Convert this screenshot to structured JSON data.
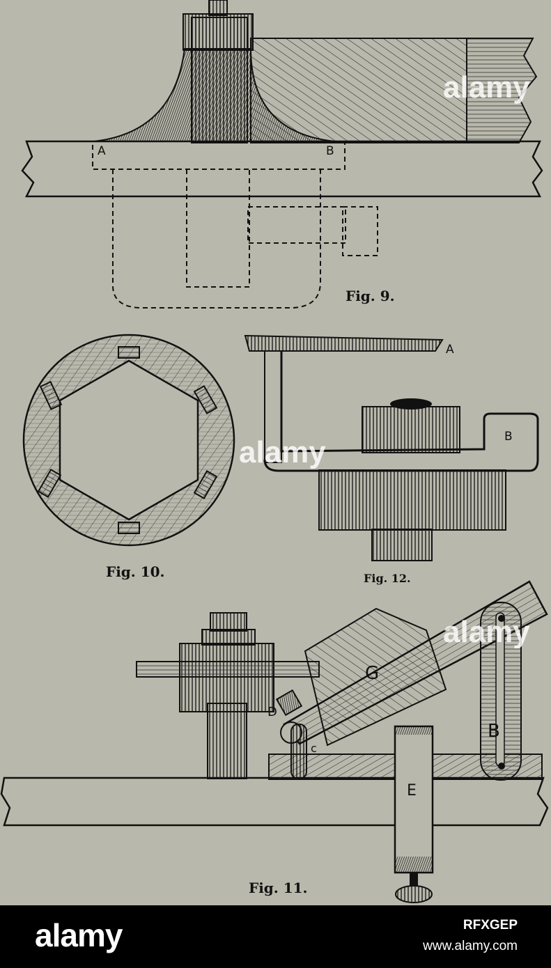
{
  "figures": {
    "fig9": {
      "caption": "Fig. 9.",
      "label_a": "A",
      "label_b": "B"
    },
    "fig10": {
      "caption": "Fig. 10."
    },
    "fig11": {
      "caption": "Fig. 11.",
      "label_g": "G",
      "label_b": "B",
      "label_d": "D",
      "label_c": "c",
      "label_e": "E"
    },
    "fig12": {
      "caption": "Fig. 12.",
      "label_a": "A",
      "label_b": "B"
    }
  },
  "watermark": {
    "word": "alamy"
  },
  "footer": {
    "logo": "alamy",
    "image_id": "RFXGEP",
    "site": "www.alamy.com"
  },
  "colors": {
    "paper": "#b9b8ac",
    "ink": "#111111",
    "footer_bg": "#000000"
  }
}
